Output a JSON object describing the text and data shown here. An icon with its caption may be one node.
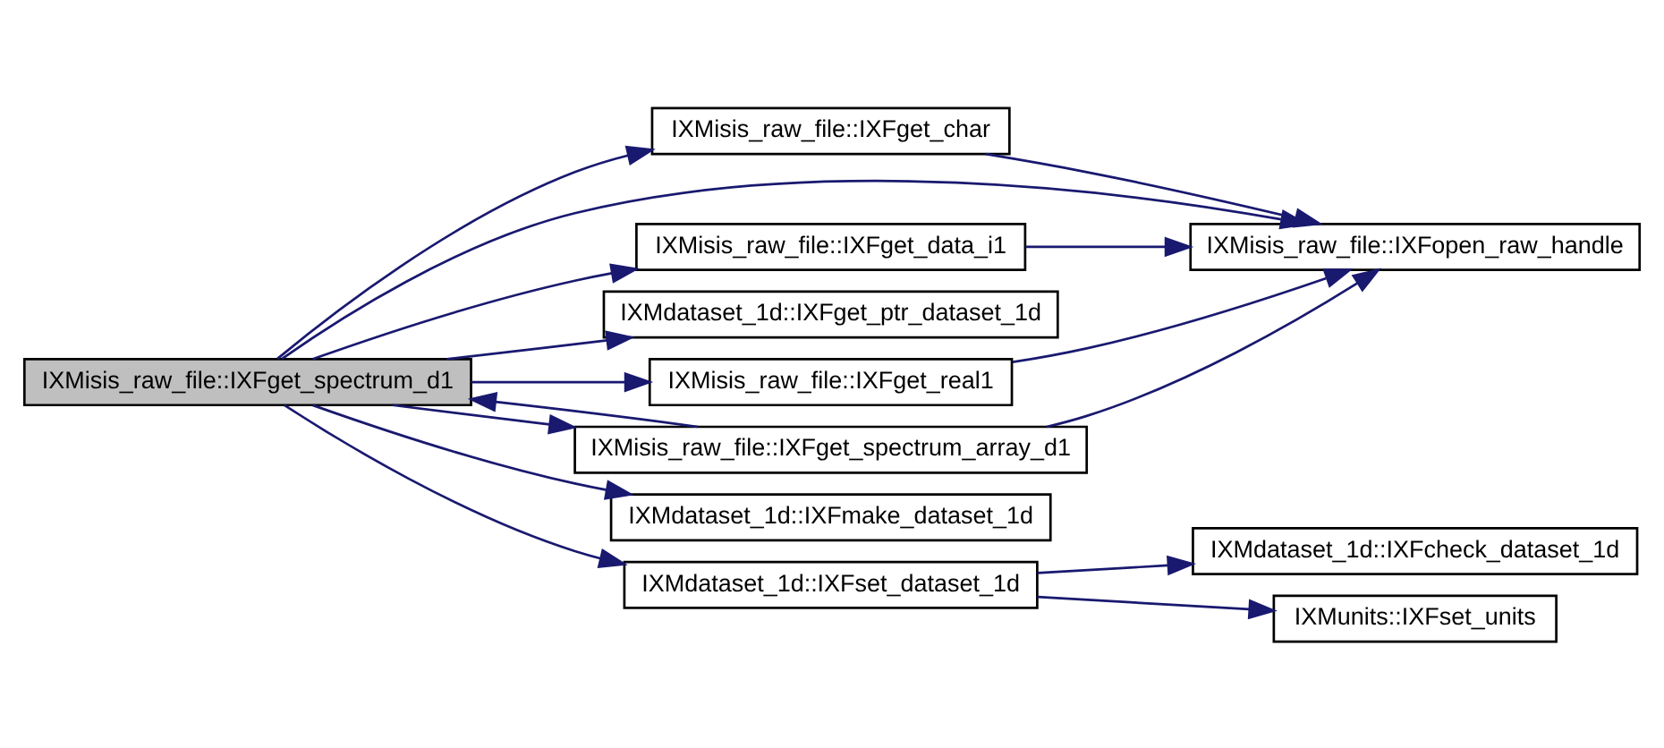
{
  "diagram": {
    "nodes": [
      {
        "text": [
          "IXMisis_raw_file::IXFget_spectrum_d1"
        ]
      },
      {
        "text": [
          "IXMisis_raw_file::IXFget_char"
        ]
      },
      {
        "text": [
          "IXMisis_raw_file::IXFopen_raw_handle"
        ]
      },
      {
        "text": [
          "IXMisis_raw_file::IXFget_data_i1"
        ]
      },
      {
        "text": [
          "IXMdataset_1d::IXFget_ptr_dataset_1d"
        ]
      },
      {
        "text": [
          "IXMisis_raw_file::IXFget_real1"
        ]
      },
      {
        "text": [
          "IXMisis_raw_file::IXFget_spectrum_array_d1"
        ]
      },
      {
        "text": [
          "IXMdataset_1d::IXFmake_dataset_1d"
        ]
      },
      {
        "text": [
          "IXMdataset_1d::IXFset_dataset_1d"
        ]
      },
      {
        "text": [
          "IXMdataset_1d::IXFcheck_dataset_1d"
        ]
      },
      {
        "text": [
          "IXMunits::IXFset_units"
        ]
      }
    ],
    "edges": [
      {
        "from": 0,
        "to": 1,
        "arrow": "to"
      },
      {
        "from": 0,
        "to": 2,
        "arrow": "to"
      },
      {
        "from": 0,
        "to": 3,
        "arrow": "to"
      },
      {
        "from": 0,
        "to": 4,
        "arrow": "to"
      },
      {
        "from": 0,
        "to": 5,
        "arrow": "to"
      },
      {
        "from": 0,
        "to": 6,
        "arrow": "to"
      },
      {
        "from": 6,
        "to": 0,
        "arrow": "to"
      },
      {
        "from": 0,
        "to": 7,
        "arrow": "to"
      },
      {
        "from": 0,
        "to": 8,
        "arrow": "to"
      },
      {
        "from": 1,
        "to": 2,
        "arrow": "to"
      },
      {
        "from": 3,
        "to": 2,
        "arrow": "to"
      },
      {
        "from": 5,
        "to": 2,
        "arrow": "to"
      },
      {
        "from": 6,
        "to": 2,
        "arrow": "to"
      },
      {
        "from": 8,
        "to": 9,
        "arrow": "to"
      },
      {
        "from": 8,
        "to": 10,
        "arrow": "to"
      }
    ]
  }
}
